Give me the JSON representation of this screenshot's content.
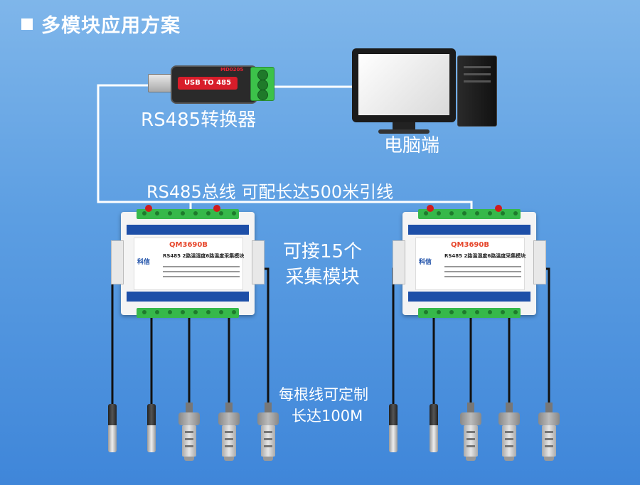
{
  "title": "多模块应用方案",
  "converter": {
    "label": "RS485转换器",
    "chip_text": "USB TO 485",
    "model_text": "MD0205"
  },
  "computer": {
    "label": "电脑端"
  },
  "bus": {
    "label": "RS485总线  可配长达500米引线"
  },
  "modules": [
    {
      "model": "QM3690B",
      "description": "RS485 2路温湿度6路温度采集模块",
      "brand": "科信"
    },
    {
      "model": "QM3690B",
      "description": "RS485 2路温湿度6路温度采集模块",
      "brand": "科信"
    }
  ],
  "capacity": {
    "line1": "可接15个",
    "line2": "采集模块"
  },
  "cable": {
    "line1": "每根线可定制",
    "line2": "长达100M"
  },
  "colors": {
    "background_top": "#7fb6ea",
    "background_bottom": "#3f86d9",
    "terminal_green": "#36b84a",
    "model_text": "#e6462b",
    "module_band": "#1d4fa8"
  }
}
